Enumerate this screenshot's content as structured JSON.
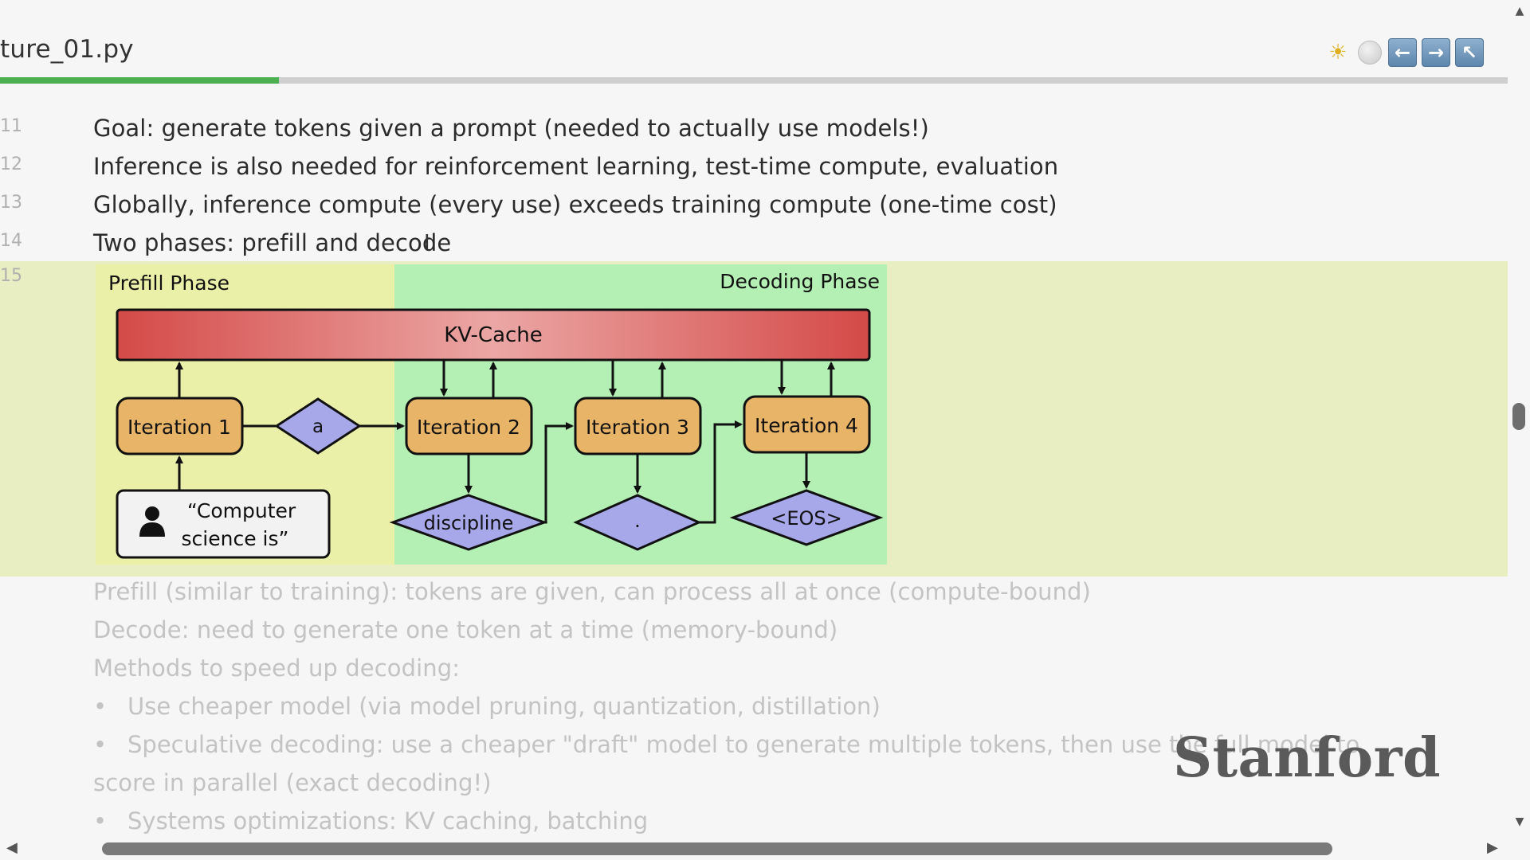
{
  "window": {
    "file_title": "ture_01.py"
  },
  "toolbar": {
    "sun_icon": "☀",
    "back_icon": "←",
    "forward_icon": "→",
    "expand_icon": "↖",
    "progress": 0.185,
    "progress_color": "#4caf50"
  },
  "lines": [
    {
      "num": "11",
      "text": "Goal: generate tokens given a prompt (needed to actually use models!)"
    },
    {
      "num": "12",
      "text": "Inference is also needed for reinforcement learning, test-time compute, evaluation"
    },
    {
      "num": "13",
      "text": "Globally, inference compute (every use) exceeds training compute (one-time cost)"
    },
    {
      "num": "14",
      "text": "Two phases: prefill and decode"
    }
  ],
  "line_15_num": "15",
  "diagram": {
    "prefill_label": "Prefill Phase",
    "decoding_label": "Decoding Phase",
    "kv_cache": "KV-Cache",
    "iter1": "Iteration 1",
    "iter2": "Iteration 2",
    "iter3": "Iteration 3",
    "iter4": "Iteration 4",
    "token_a": "a",
    "token_discipline": "discipline",
    "token_period": ".",
    "token_eos": "<EOS>",
    "prompt_line1": "“Computer",
    "prompt_line2": "science is”",
    "prefill_color": "#eaf0a8",
    "decode_color": "#b4efb4",
    "kv_color": "#d9504f",
    "iter_color": "#e8b468",
    "diamond_color": "#a7a8ea"
  },
  "faded_lines": [
    {
      "text": "Prefill (similar to training): tokens are given, can process all at once (compute-bound)"
    },
    {
      "text": "Decode: need to generate one token at a time (memory-bound)"
    },
    {
      "text": "Methods to speed up decoding:"
    }
  ],
  "bullets": [
    {
      "text": "Use cheaper model (via model pruning, quantization, distillation)"
    },
    {
      "text": "Speculative decoding: use a cheaper \"draft\" model to generate multiple tokens, then use the full model to"
    },
    {
      "text": "Systems optimizations: KV caching, batching"
    }
  ],
  "bullet_continuation": "score in parallel (exact decoding!)",
  "bullet_glyph": "•",
  "watermark": "Stanford",
  "scroll": {
    "up": "▲",
    "down": "▼",
    "left": "◀",
    "right": "▶"
  }
}
